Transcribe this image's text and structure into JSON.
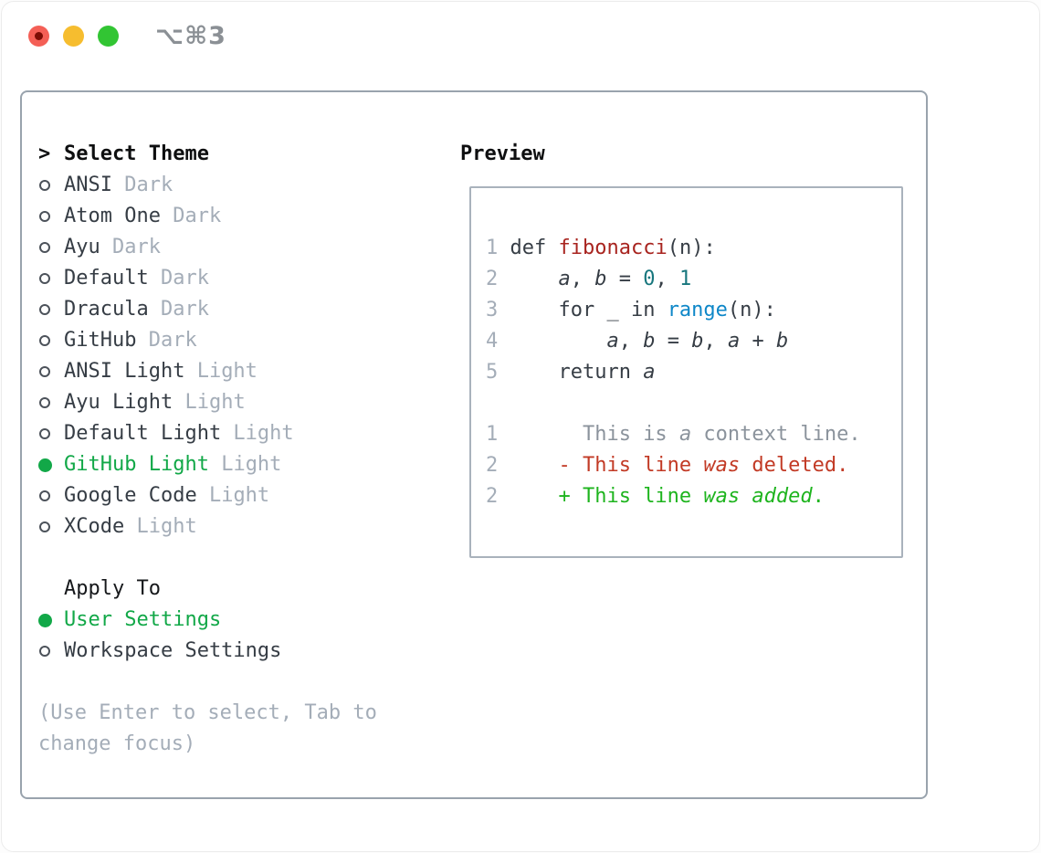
{
  "titlebar": {
    "title": "⌥⌘3",
    "buttons": [
      "close",
      "minimize",
      "zoom"
    ]
  },
  "theme_selector": {
    "header": {
      "prefix": ">",
      "label": "Select Theme"
    },
    "themes": [
      {
        "name": "ANSI",
        "variant": "Dark",
        "selected": false
      },
      {
        "name": "Atom One",
        "variant": "Dark",
        "selected": false
      },
      {
        "name": "Ayu",
        "variant": "Dark",
        "selected": false
      },
      {
        "name": "Default",
        "variant": "Dark",
        "selected": false
      },
      {
        "name": "Dracula",
        "variant": "Dark",
        "selected": false
      },
      {
        "name": "GitHub",
        "variant": "Dark",
        "selected": false
      },
      {
        "name": "ANSI Light",
        "variant": "Light",
        "selected": false
      },
      {
        "name": "Ayu Light",
        "variant": "Light",
        "selected": false
      },
      {
        "name": "Default Light",
        "variant": "Light",
        "selected": false
      },
      {
        "name": "GitHub Light",
        "variant": "Light",
        "selected": true
      },
      {
        "name": "Google Code",
        "variant": "Light",
        "selected": false
      },
      {
        "name": "XCode",
        "variant": "Light",
        "selected": false
      }
    ],
    "apply_to": {
      "label": "Apply To",
      "options": [
        {
          "name": "User Settings",
          "selected": true
        },
        {
          "name": "Workspace Settings",
          "selected": false
        }
      ]
    },
    "hint_lines": [
      "(Use Enter to select, Tab to",
      "change focus)"
    ]
  },
  "preview": {
    "label": "Preview",
    "lines": [
      {
        "tokens": [
          [
            "num",
            "1"
          ],
          [
            "code",
            " def "
          ],
          [
            "red",
            "fibonacci"
          ],
          [
            "code",
            "(n):"
          ]
        ]
      },
      {
        "tokens": [
          [
            "num",
            "2"
          ],
          [
            "code",
            "     "
          ],
          [
            "ital",
            "a"
          ],
          [
            "code",
            ", "
          ],
          [
            "ital",
            "b"
          ],
          [
            "code",
            " = "
          ],
          [
            "teal",
            "0"
          ],
          [
            "code",
            ", "
          ],
          [
            "teal",
            "1"
          ]
        ]
      },
      {
        "tokens": [
          [
            "num",
            "3"
          ],
          [
            "code",
            "     for _ in "
          ],
          [
            "blue",
            "range"
          ],
          [
            "code",
            "(n):"
          ]
        ]
      },
      {
        "tokens": [
          [
            "num",
            "4"
          ],
          [
            "code",
            "         "
          ],
          [
            "ital",
            "a"
          ],
          [
            "code",
            ", "
          ],
          [
            "ital",
            "b"
          ],
          [
            "code",
            " = "
          ],
          [
            "ital",
            "b"
          ],
          [
            "code",
            ", "
          ],
          [
            "ital",
            "a"
          ],
          [
            "code",
            " + "
          ],
          [
            "ital",
            "b"
          ]
        ]
      },
      {
        "tokens": [
          [
            "num",
            "5"
          ],
          [
            "code",
            "     return "
          ],
          [
            "ital",
            "a"
          ]
        ]
      },
      {
        "tokens": []
      },
      {
        "tokens": [
          [
            "num",
            "1"
          ],
          [
            "ctx",
            "       This is "
          ],
          [
            "ctx-i",
            "a"
          ],
          [
            "ctx",
            " context line."
          ]
        ]
      },
      {
        "tokens": [
          [
            "num",
            "2"
          ],
          [
            "del",
            "     - This line "
          ],
          [
            "del-i",
            "was"
          ],
          [
            "del",
            " deleted."
          ]
        ]
      },
      {
        "tokens": [
          [
            "num",
            "2"
          ],
          [
            "add",
            "     + This line "
          ],
          [
            "add-i",
            "was"
          ],
          [
            "add",
            " "
          ],
          [
            "add-i",
            "added"
          ],
          [
            "add",
            "."
          ]
        ]
      }
    ]
  },
  "colors": {
    "selected_green": "#12a848",
    "added_green": "#1eb41e",
    "deleted_red": "#c23a25",
    "function_red": "#a8241f",
    "number_teal": "#17767d",
    "builtin_blue": "#0e87c8",
    "muted_gray": "#a4adb8",
    "context_gray": "#8b939c",
    "text_dark": "#363d45",
    "panel_border": "#99a3ad",
    "traffic_red": "#f45f56",
    "traffic_yellow": "#f6bd2f",
    "traffic_green": "#32c533"
  }
}
